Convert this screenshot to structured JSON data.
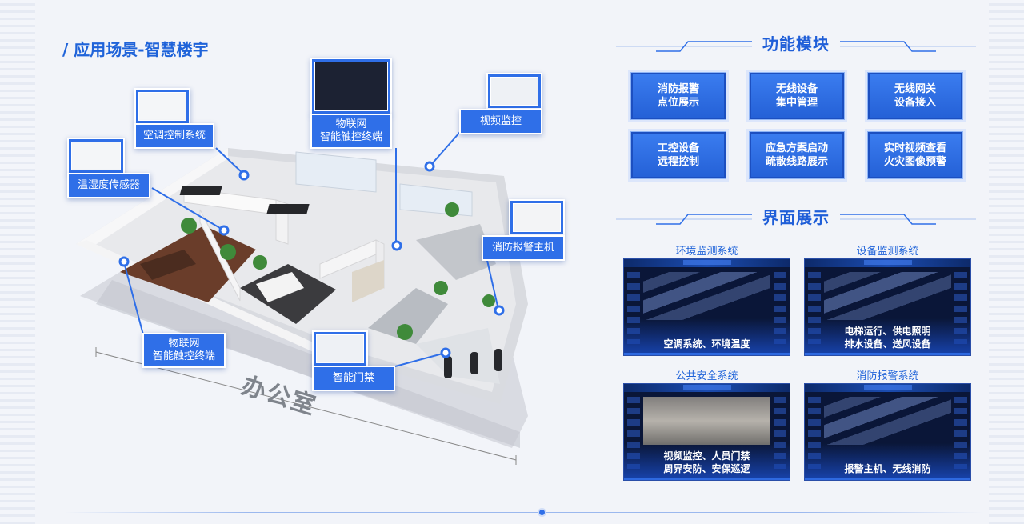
{
  "page": {
    "title": "/ 应用场景-智慧楼宇"
  },
  "scene": {
    "room_label": "办公室",
    "callouts": {
      "aircon": "空调控制系统",
      "temp_sensor": "温湿度传感器",
      "iot_top_l1": "物联网",
      "iot_top_l2": "智能触控终端",
      "video": "视频监控",
      "fire_host": "消防报警主机",
      "iot_bottom_l1": "物联网",
      "iot_bottom_l2": "智能触控终端",
      "door": "智能门禁"
    }
  },
  "features": {
    "title": "功能模块",
    "items": [
      {
        "l1": "消防报警",
        "l2": "点位展示"
      },
      {
        "l1": "无线设备",
        "l2": "集中管理"
      },
      {
        "l1": "无线网关",
        "l2": "设备接入"
      },
      {
        "l1": "工控设备",
        "l2": "远程控制"
      },
      {
        "l1": "应急方案启动",
        "l2": "疏散线路展示"
      },
      {
        "l1": "实时视频查看",
        "l2": "火灾图像预警"
      }
    ]
  },
  "screens": {
    "title": "界面展示",
    "items": [
      {
        "name": "环境监测系统",
        "cap1": "空调系统、环境温度",
        "cap2": ""
      },
      {
        "name": "设备监测系统",
        "cap1": "电梯运行、供电照明",
        "cap2": "排水设备、送风设备"
      },
      {
        "name": "公共安全系统",
        "cap1": "视频监控、人员门禁",
        "cap2": "周界安防、安保巡逻"
      },
      {
        "name": "消防报警系统",
        "cap1": "报警主机、无线消防",
        "cap2": ""
      }
    ]
  },
  "colors": {
    "accent": "#2f6fe8",
    "title": "#1f63d9",
    "screen_bg": "#0a1638"
  }
}
